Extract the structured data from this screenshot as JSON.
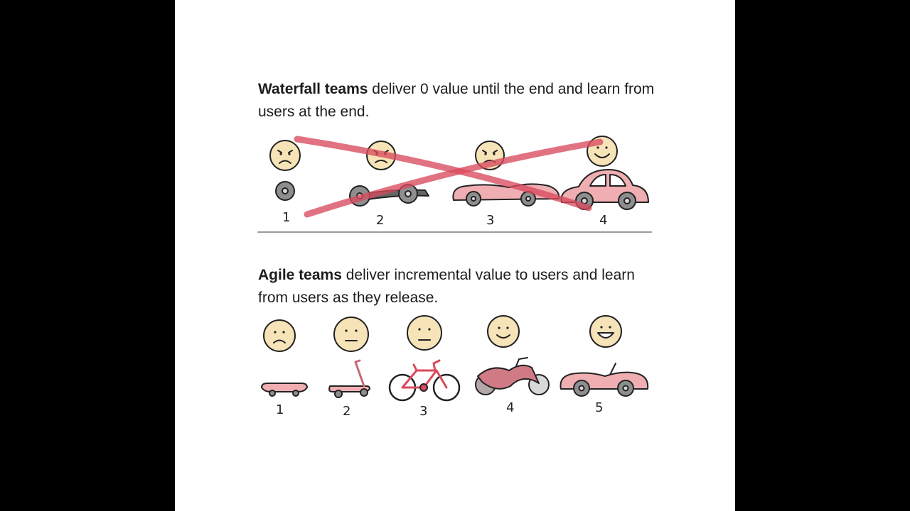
{
  "waterfall": {
    "heading_bold": "Waterfall teams",
    "heading_rest": " deliver 0 value until the end and learn from users at the end.",
    "stages": [
      {
        "number": "1",
        "face": "frowning-face",
        "item": "wheel"
      },
      {
        "number": "2",
        "face": "frowning-face",
        "item": "chassis"
      },
      {
        "number": "3",
        "face": "frowning-face",
        "item": "car-body"
      },
      {
        "number": "4",
        "face": "smiling-face",
        "item": "car"
      }
    ]
  },
  "agile": {
    "heading_bold": "Agile teams",
    "heading_rest": " deliver incremental value to users and learn from users as they release.",
    "stages": [
      {
        "number": "1",
        "face": "frowning-face",
        "item": "skateboard"
      },
      {
        "number": "2",
        "face": "neutral-face",
        "item": "scooter"
      },
      {
        "number": "3",
        "face": "neutral-face",
        "item": "bicycle"
      },
      {
        "number": "4",
        "face": "smiling-face",
        "item": "motorcycle"
      },
      {
        "number": "5",
        "face": "grinning-face",
        "item": "convertible-car"
      }
    ]
  },
  "colors": {
    "face": "#f6e3b8",
    "vehicle": "#efaeb2",
    "cross": "#d94a5e",
    "wheel": "#8e8e8e"
  }
}
